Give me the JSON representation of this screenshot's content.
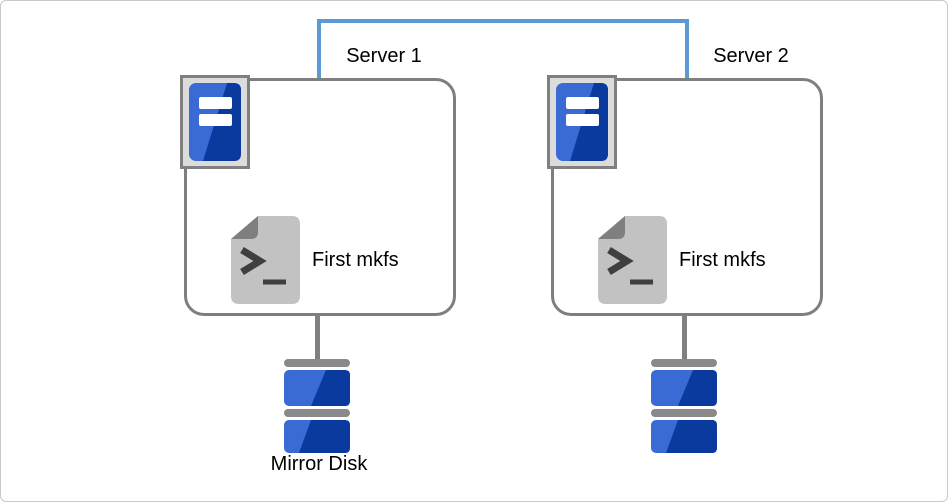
{
  "servers": [
    {
      "label": "Server 1",
      "script_label": "First mkfs",
      "disk_caption": "Mirror Disk"
    },
    {
      "label": "Server 2",
      "script_label": "First mkfs",
      "disk_caption": ""
    }
  ],
  "icons": {
    "server-tower-icon": "blue tower server unit with two white drive bays",
    "terminal-script-icon": "gray document with folded corner and > _ shell prompt",
    "disk-icon": "stacked blue disk platters with gray spacer bars",
    "server-link-connector": "blue bracket line joining the two server boxes",
    "disk-link-connector": "gray vertical line from server box to disk"
  },
  "colors": {
    "connector_blue": "#5B9BD5",
    "box_border": "#7F7F7F",
    "icon_frame_bg": "#DCDCDC",
    "icon_frame_border": "#808080",
    "server_blue_light": "#3A6BD4",
    "server_blue_dark": "#0A3A9E",
    "doc_body_gray": "#C2C2C2",
    "doc_fold_gray": "#7F7F7F",
    "glyph_dark": "#3F3F3F",
    "disk_bar_gray": "#8A8A8A",
    "link_gray": "#808080",
    "canvas_border": "#C9C9C9",
    "text_color": "#000000"
  }
}
